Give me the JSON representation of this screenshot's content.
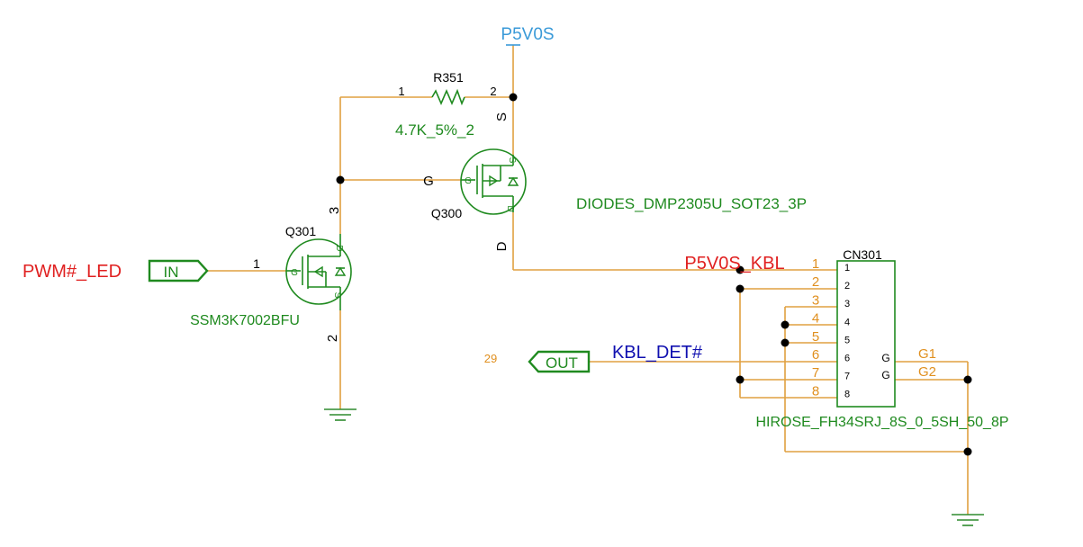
{
  "colors": {
    "wire": "#e0a040",
    "component": "#1f8a1f",
    "net_red": "#e02020",
    "net_blue": "#1010b0",
    "power_blue": "#3a9ad8",
    "pin_orange": "#e09020"
  },
  "power": {
    "label": "P5V0S"
  },
  "resistor": {
    "ref": "R351",
    "value": "4.7K_5%_2",
    "pin1": "1",
    "pin2": "2"
  },
  "q300": {
    "ref": "Q300",
    "part": "DIODES_DMP2305U_SOT23_3P",
    "gate": "G",
    "source": "S",
    "drain": "D"
  },
  "q301": {
    "ref": "Q301",
    "part": "SSM3K7002BFU",
    "pin1": "1",
    "pin2": "2",
    "pin3": "3"
  },
  "inputs": {
    "pwm_net": "PWM#_LED",
    "in_port": "IN"
  },
  "outputs": {
    "out_port": "OUT",
    "kbl_net": "KBL_DET#",
    "page_ref": "29"
  },
  "net_p5v0s_kbl": "P5V0S_KBL",
  "connector": {
    "ref": "CN301",
    "part": "HIROSE_FH34SRJ_8S_0_5SH_50_8P",
    "ext_pins": [
      "1",
      "2",
      "3",
      "4",
      "5",
      "6",
      "7",
      "8"
    ],
    "int_pins": [
      "1",
      "2",
      "3",
      "4",
      "5",
      "6",
      "7",
      "8"
    ],
    "g_pins": [
      "G",
      "G"
    ],
    "g_nets": [
      "G1",
      "G2"
    ]
  }
}
